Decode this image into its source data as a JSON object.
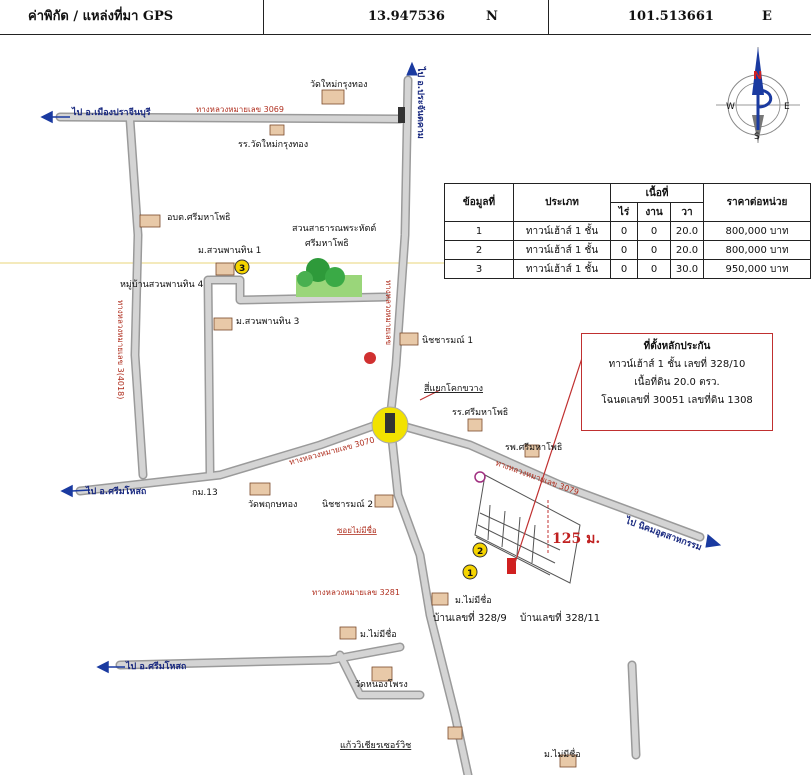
{
  "header": {
    "label": "ค่าพิกัด / แหล่งที่มา GPS",
    "lat": "13.947536",
    "lat_dir": "N",
    "lon": "101.513661",
    "lon_dir": "E"
  },
  "compass": {
    "n": "N",
    "s": "S",
    "e": "E",
    "w": "W"
  },
  "table": {
    "headers": [
      "ข้อมูลที่",
      "ประเภท",
      "เนื้อที่",
      "ราคาต่อหน่วย"
    ],
    "area_sub": [
      "ไร่",
      "งาน",
      "วา"
    ],
    "rows": [
      [
        "1",
        "ทาวน์เฮ้าส์ 1 ชั้น",
        "0",
        "0",
        "20.0",
        "800,000 บาท"
      ],
      [
        "2",
        "ทาวน์เฮ้าส์ 1 ชั้น",
        "0",
        "0",
        "20.0",
        "800,000 บาท"
      ],
      [
        "3",
        "ทาวน์เฮ้าส์ 1 ชั้น",
        "0",
        "0",
        "30.0",
        "950,000 บาท"
      ]
    ]
  },
  "callout": {
    "lines": [
      "ที่ตั้งหลักประกัน",
      "ทาวน์เฮ้าส์ 1 ชั้น เลขที่ 328/10",
      "เนื้อที่ดิน 20.0 ตรว.",
      "โฉนดเลขที่ 30051 เลขที่ดิน 1308"
    ]
  },
  "labels": {
    "to_prachinburi": "ไป อ.เมืองปราจีนบุรี",
    "road_3069": "ทางหลวงหมายเลข 3069",
    "temple_mai_krungthong": "วัดใหม่กรุงทอง",
    "school_mai_krungthong": "รร.วัดใหม่กรุงทอง",
    "to_north": "ไป อ.ประจันตคาม",
    "abt": "อบต.ศรีมหาโพธิ",
    "park": "สวนสาธารณพระหัตต์",
    "park2": "ศรีมหาโพธิ",
    "moo_suanphan1": "ม.สวนพานทิน 1",
    "village4": "หมู่บ้านสวนพานทิน 4",
    "moo_suanphan3": "ม.สวนพานทิน 3",
    "road_west_vert": "ทางหลวงหมายเลข 3(4018)",
    "road_north_vert": "ทางหลวงหมายเลข",
    "nichakarn1": "นิชชารมณ์ 1",
    "intersection": "สี่แยกโคกขวาง",
    "school_srimahapho": "รร.ศรีมหาโพธิ",
    "hospital": "รพ.ศรีมหาโพธิ",
    "road_3070": "ทางหลวงหมายเลข 3070",
    "road_3079": "ทางหลวงหมายเลข 3079",
    "to_srimahosot": "ไป อ.ศรีมโหสถ",
    "km13": "กม.13",
    "temple_phukhunthong": "วัดพฤกษทอง",
    "nichakarn2": "นิชชารมณ์ 2",
    "soi_noname": "ซอยไม่มีชื่อ",
    "to_nikhom": "ไป นิคมอุตสาหกรรม",
    "dist": "125 ม.",
    "road_3281": "ทางหลวงหมายเลข 3281",
    "moo_noname1": "ม.ไม่มีชื่อ",
    "house_3289": "บ้านเลขที่ 328/9",
    "house_32811": "บ้านเลขที่ 328/11",
    "moo_noname2": "ม.ไม่มีชื่อ",
    "to_srimahosot2": "ไป อ.ศรีมโหสถ",
    "temple_nongphrong": "วัดหนองโพรง",
    "kaewwichian": "แก้ววิเชียรเซอร์วิช",
    "moo_noname3": "ม.ไม่มีชื่อ",
    "marker1": "1",
    "marker2": "2",
    "marker3": "3"
  },
  "colors": {
    "road": "#c7c7c7",
    "road_edge": "#8a8a8a",
    "accent_red": "#c03030",
    "intersection": "#f2e200",
    "arrow_blue": "#1a3aa0"
  }
}
